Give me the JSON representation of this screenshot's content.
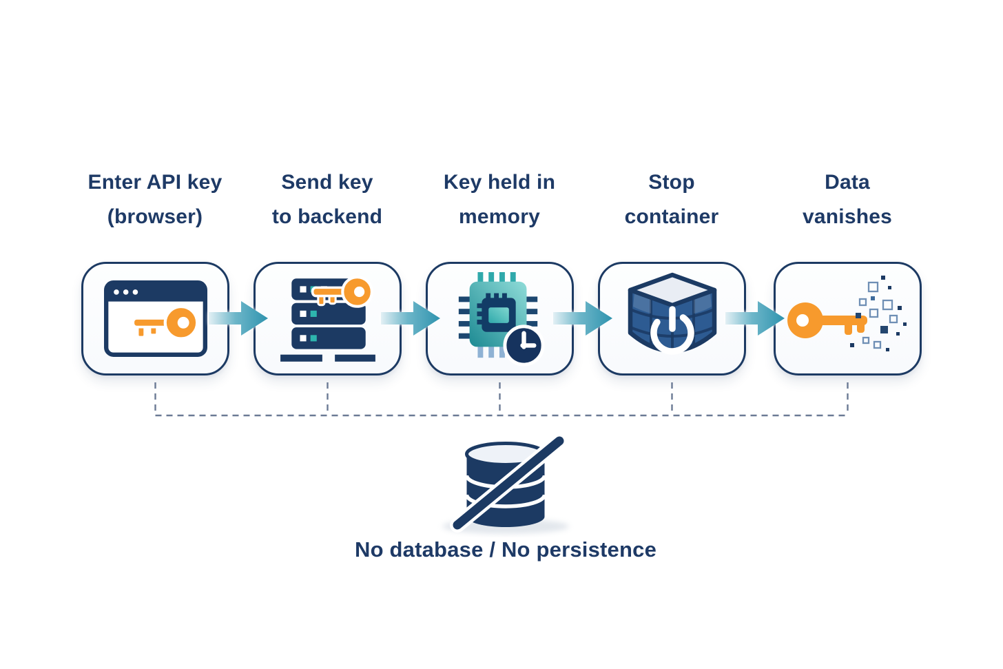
{
  "diagram_title": "",
  "steps": [
    {
      "name": "enter-api-key",
      "label": [
        "Enter API key",
        "(browser)"
      ],
      "icon": "browser-key-icon"
    },
    {
      "name": "send-key-to-backend",
      "label": [
        "Send key",
        "to backend"
      ],
      "icon": "server-key-icon"
    },
    {
      "name": "key-held-in-memory",
      "label": [
        "Key held in",
        "memory"
      ],
      "icon": "chip-clock-icon"
    },
    {
      "name": "stop-container",
      "label": [
        "Stop",
        "container"
      ],
      "icon": "cube-power-icon"
    },
    {
      "name": "data-vanishes",
      "label": [
        "Data",
        "vanishes"
      ],
      "icon": "dissolving-key-icon"
    }
  ],
  "footer": {
    "caption": "No database / No persistence",
    "icon": "no-database-icon"
  },
  "colors": {
    "navy": "#1c3a63",
    "text_navy": "#1e3a66",
    "arrow_teal": "#2f93ae",
    "key_orange": "#f79a2d",
    "chip_teal": "#2fa9ab",
    "chip_pin_bottom": "#8fb2d4",
    "cube_blue": "#2d5b92",
    "cube_top_face": "#e9edf4",
    "indicator_teal": "#2eb5ae",
    "dash_gray": "#6b7a95",
    "box_background": "#fbfcfe"
  }
}
